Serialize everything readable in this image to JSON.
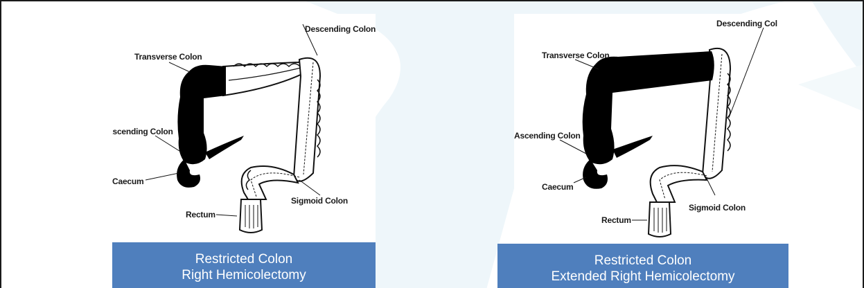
{
  "colors": {
    "caption_bg": "#4f7fbd",
    "caption_text": "#ffffff",
    "accent_shape": "#eef6fa",
    "resected_segment": "#000000"
  },
  "diagrams": [
    {
      "labels": {
        "descending": "Descending Colon",
        "transverse": "Transverse Colon",
        "ascending": "Ascending Colon",
        "caecum": "Caecum",
        "sigmoid": "Sigmoid Colon",
        "rectum": "Rectum"
      },
      "caption": {
        "line1": "Restricted Colon",
        "line2": "Right Hemicolectomy"
      }
    },
    {
      "labels": {
        "descending": "Descending Colon",
        "transverse": "Transverse Colon",
        "ascending": "Ascending Colon",
        "caecum": "Caecum",
        "sigmoid": "Sigmoid Colon",
        "rectum": "Rectum"
      },
      "caption": {
        "line1": "Restricted Colon",
        "line2": "Extended Right Hemicolectomy"
      }
    }
  ]
}
